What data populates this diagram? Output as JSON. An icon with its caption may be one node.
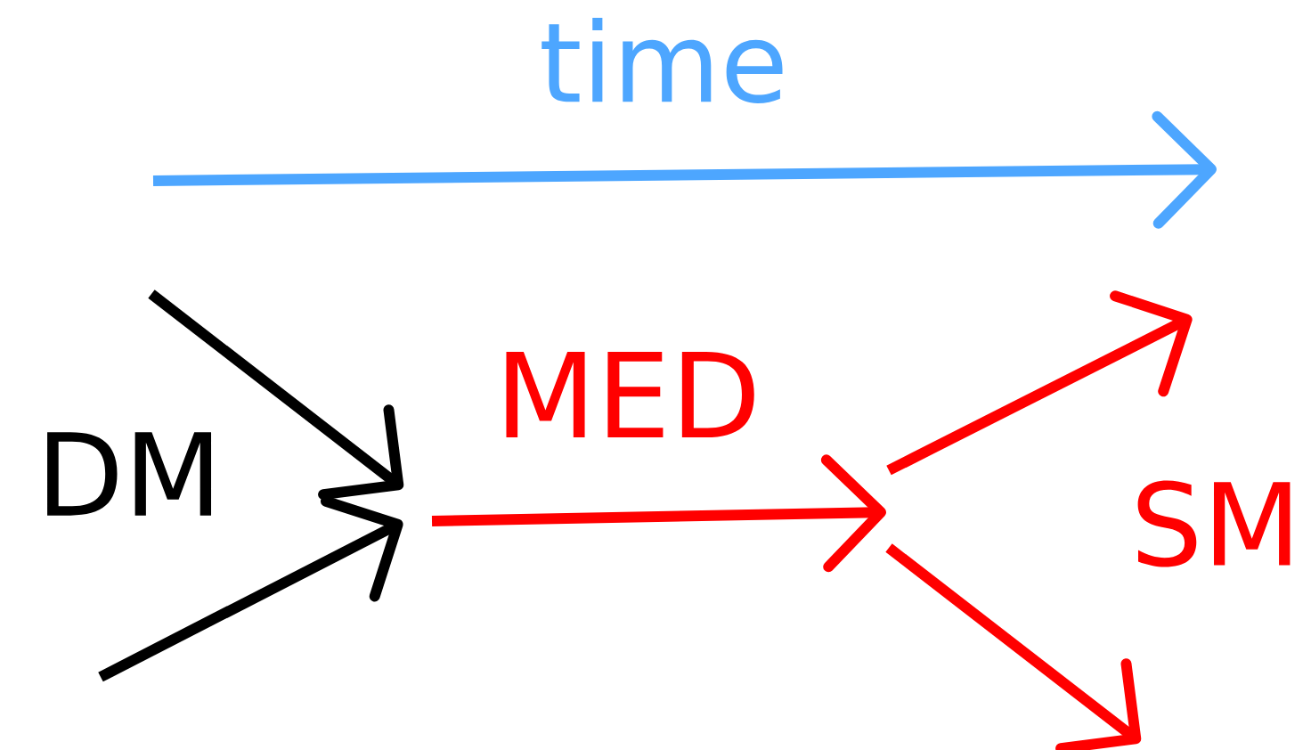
{
  "diagram": {
    "labels": [
      "time",
      "DM",
      "MED",
      "SM"
    ]
  }
}
